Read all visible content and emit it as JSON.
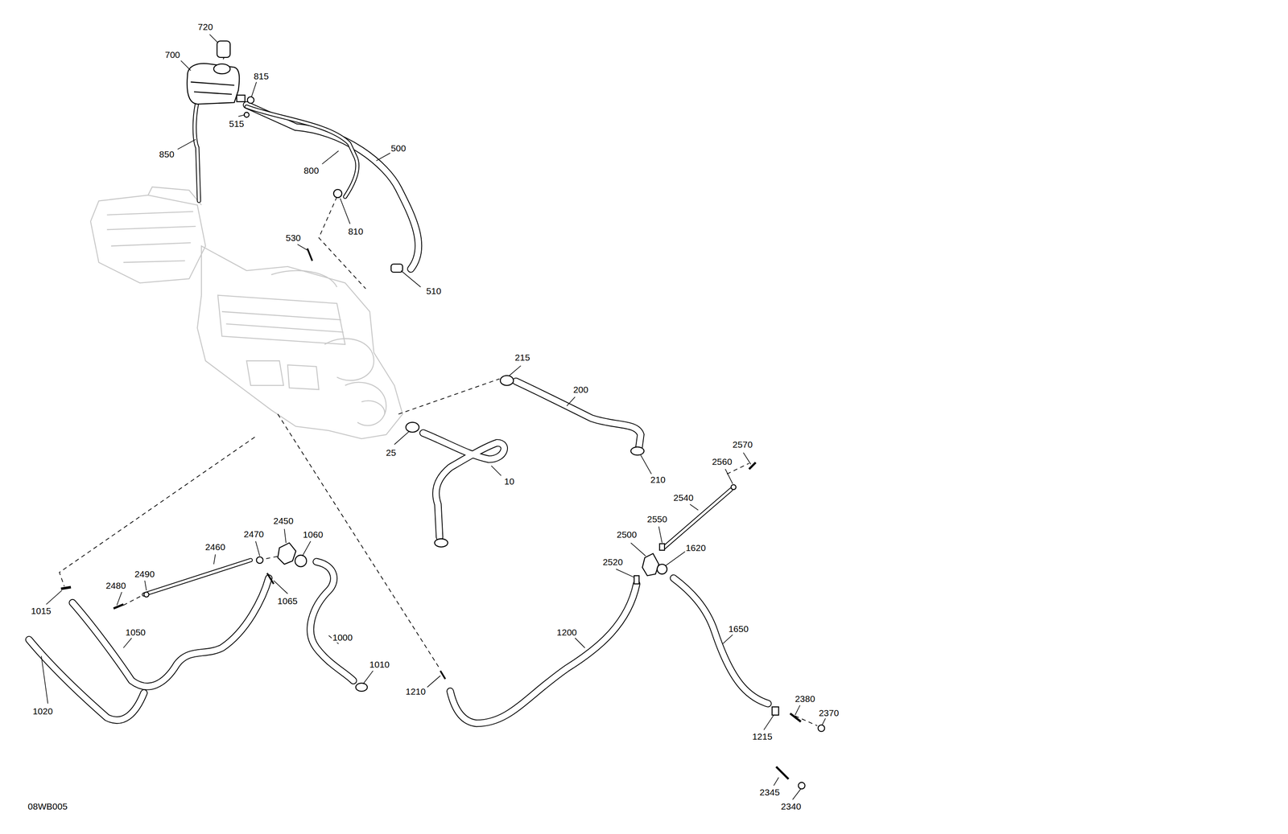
{
  "diagram": {
    "labels": [
      "720",
      "700",
      "815",
      "515",
      "850",
      "800",
      "500",
      "810",
      "530",
      "510",
      "215",
      "200",
      "25",
      "10",
      "210",
      "2570",
      "2560",
      "2540",
      "2550",
      "2500",
      "1620",
      "2520",
      "2450",
      "2470",
      "1060",
      "2460",
      "2490",
      "2480",
      "1065",
      "1015",
      "1050",
      "1000",
      "1200",
      "1650",
      "1010",
      "1020",
      "1210",
      "2380",
      "2370",
      "1215",
      "2345",
      "2340",
      "08WB005"
    ]
  }
}
